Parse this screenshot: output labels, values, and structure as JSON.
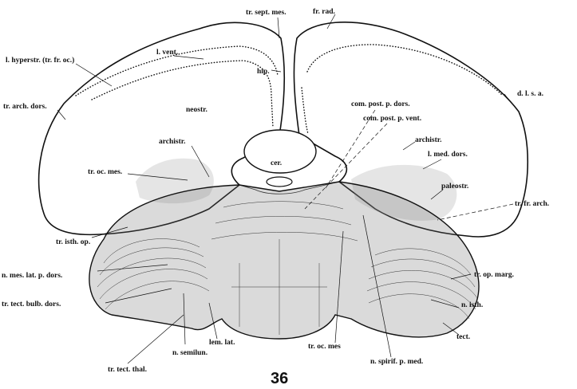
{
  "labels": {
    "tr_sept_mes": "tr. sept. mes.",
    "fr_rad": "fr. rad.",
    "l_hyperstr": "l. hyperstr. (tr. fr. oc.)",
    "l_vent": "l. vent.",
    "hip": "hip.",
    "neostr": "neostr.",
    "tr_arch_dors": "tr. arch. dors.",
    "com_post_p_dors": "com. post. p. dors.",
    "com_post_p_vent": "com. post. p. vent.",
    "d_l_s_a": "d. l. s. a.",
    "archistr_left": "archistr.",
    "archistr_right": "archistr.",
    "l_med_dors": "l. med. dors.",
    "cer": "cer.",
    "tr_oc_mes_left": "tr. oc. mes.",
    "paleostr": "paleostr.",
    "tr_fr_arch": "tr. fr. arch.",
    "tr_isth_op": "tr. isth. op.",
    "n_mes_lat_p_dors": "n. mes. lat. p. dors.",
    "tr_op_marg": "tr. op. marg.",
    "tr_tect_bulb_dors": "tr. tect. bulb. dors.",
    "n_isth": "n. isth.",
    "tect": "tect.",
    "lem_lat": "lem. lat.",
    "tr_oc_mes_bottom": "tr. oc. mes",
    "n_semilun": "n. semilun.",
    "n_spirif_p_med": "n. spirif. p. med.",
    "tr_tect_thal": "tr. tect. thal."
  },
  "page_number": "36"
}
